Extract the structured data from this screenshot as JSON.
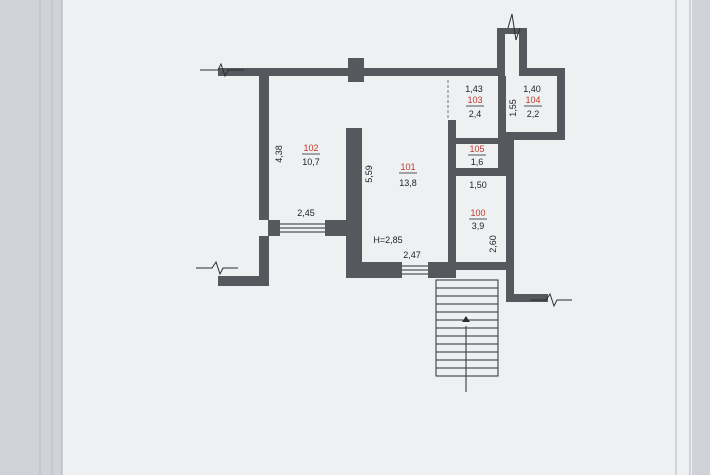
{
  "plan": {
    "height_label": "H=2,85",
    "dimensions": {
      "room102_height": "4,38",
      "room102_window": "2,45",
      "room101_height": "5,59",
      "entrance_door": "2,47",
      "room103_width": "1,43",
      "room103_height": "1,55",
      "room104_width": "1,40",
      "room100_width": "1,50",
      "room100_height": "2,60"
    },
    "rooms": [
      {
        "id": "102",
        "area": "10,7"
      },
      {
        "id": "101",
        "area": "13,8"
      },
      {
        "id": "103",
        "area": "2,4"
      },
      {
        "id": "104",
        "area": "2,2"
      },
      {
        "id": "105",
        "area": "1,6"
      },
      {
        "id": "100",
        "area": "3,9"
      }
    ],
    "colors": {
      "wall": "#55585d",
      "room_id": "#c0392b",
      "paper": "#eef0f2"
    }
  }
}
